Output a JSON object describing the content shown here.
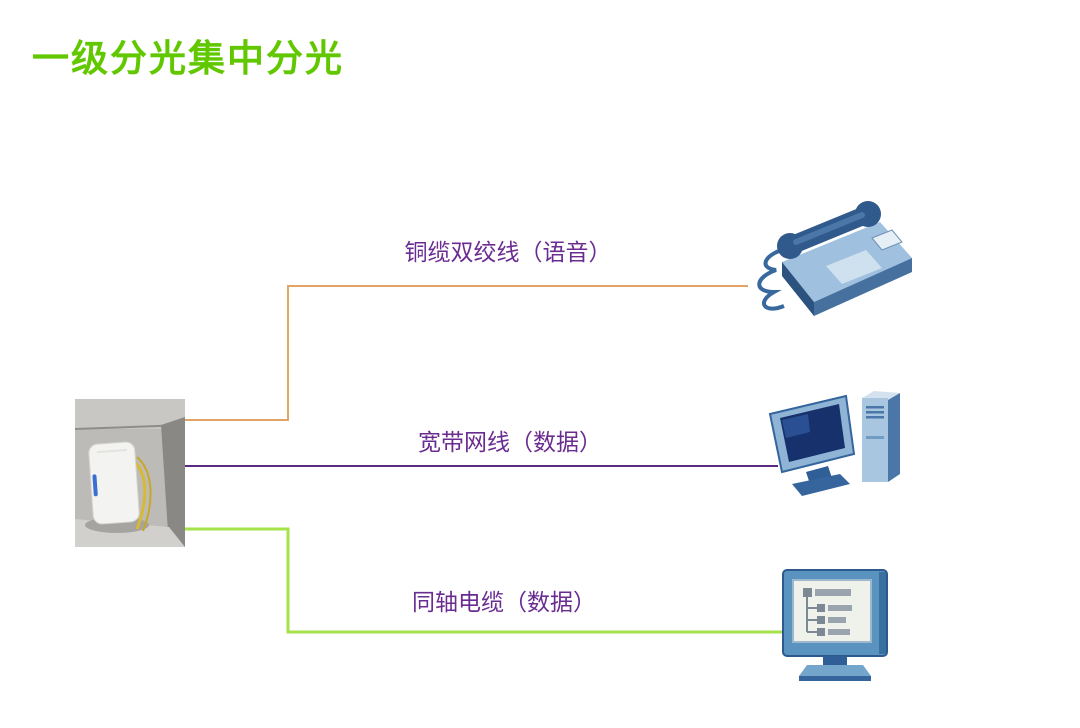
{
  "title": "一级分光集中分光",
  "colors": {
    "title": "#61c800",
    "label": "#6a2c91",
    "voice_line": "#e2a464",
    "data_line": "#5b2a7e",
    "coax_line": "#a6e24a"
  },
  "source_device": {
    "icon": "optical-splitter-photo",
    "description_visible": ""
  },
  "connections": [
    {
      "id": "voice",
      "label": "铜缆双绞线（语音）",
      "target_icon": "telephone-icon"
    },
    {
      "id": "data",
      "label": "宽带网线（数据）",
      "target_icon": "desktop-computer-icon"
    },
    {
      "id": "coax",
      "label": "同轴电缆（数据）",
      "target_icon": "tv-monitor-icon"
    }
  ]
}
